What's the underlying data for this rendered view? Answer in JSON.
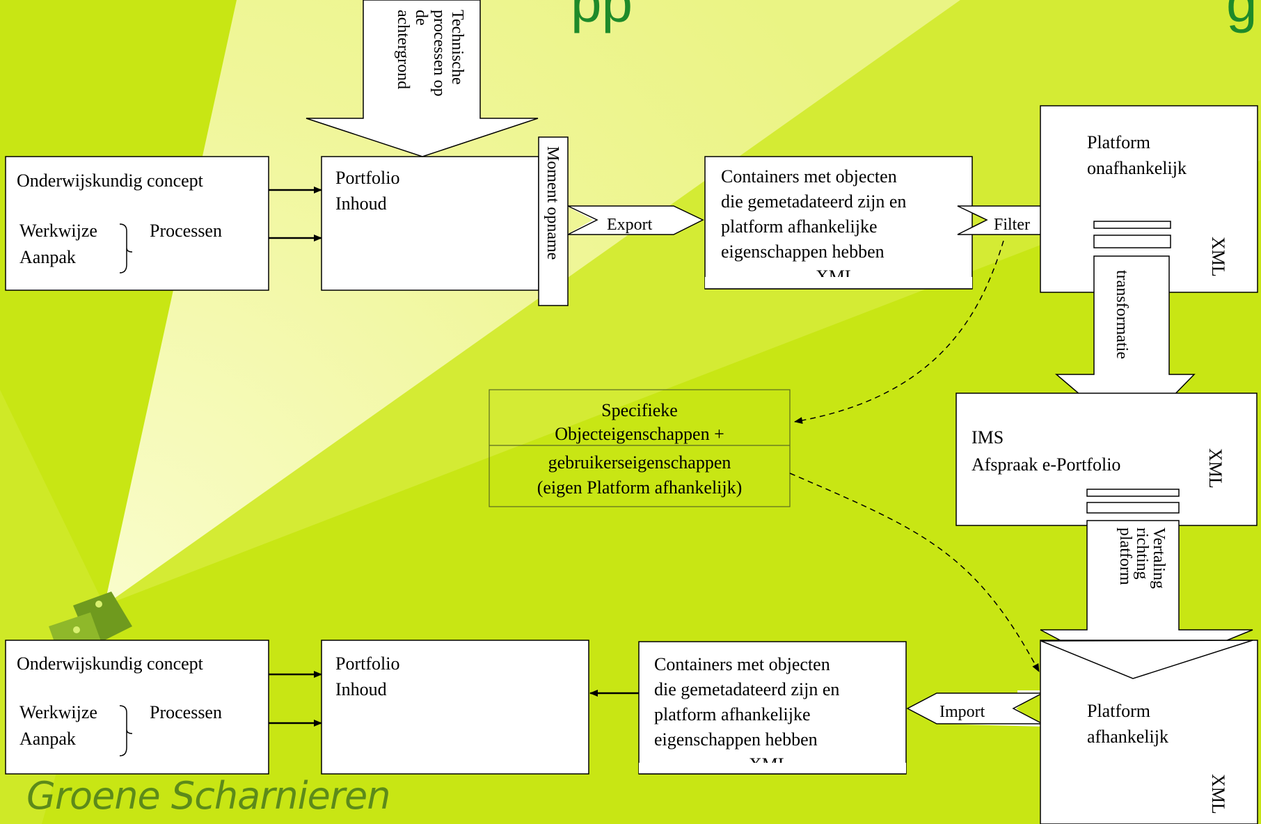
{
  "header": {
    "title_fragment_left": "pp",
    "title_fragment_right": "g"
  },
  "brand": {
    "name": "Groene Scharnieren"
  },
  "top_flow": {
    "concept_box": {
      "title": "Onderwijskundig concept",
      "werkwijze": "Werkwijze",
      "aanpak": "Aanpak",
      "processen": "Processen"
    },
    "portfolio_box": {
      "line1": "Portfolio",
      "line2": "Inhoud"
    },
    "technical_arrow": {
      "lines": [
        "Technische",
        "processen op",
        "de",
        "achtergrond"
      ]
    },
    "moment_label": "Moment opname",
    "export_label": "Export",
    "containers_box": {
      "lines": [
        "Containers met objecten",
        "die gemetadateerd zijn en",
        "platform afhankelijke",
        "eigenschappen hebben",
        "XML"
      ]
    },
    "filter_label": "Filter",
    "platform_box": {
      "line1": "Platform",
      "line2": "onafhankelijk",
      "xml": "XML"
    },
    "transform_label": "transformatie"
  },
  "middle": {
    "specific_box": {
      "lines": [
        "Specifieke",
        "Objecteigenschappen +",
        "gebruikerseigenschappen",
        "(eigen Platform afhankelijk)"
      ]
    },
    "ims_box": {
      "line1": "IMS",
      "line2": "Afspraak e-Portfolio",
      "xml": "XML"
    },
    "vertaling_lines": [
      "Vertaling",
      "richting",
      "platform"
    ]
  },
  "bottom_flow": {
    "concept_box": {
      "title": "Onderwijskundig concept",
      "werkwijze": "Werkwijze",
      "aanpak": "Aanpak",
      "processen": "Processen"
    },
    "portfolio_box": {
      "line1": "Portfolio",
      "line2": "Inhoud"
    },
    "containers_box": {
      "lines": [
        "Containers met objecten",
        "die gemetadateerd zijn en",
        "platform afhankelijke",
        "eigenschappen hebben",
        "XML"
      ]
    },
    "import_label": "Import",
    "platform_box": {
      "line1": "Platform",
      "line2": "afhankelijk",
      "xml": "XML"
    }
  },
  "colors": {
    "background": "#c8e614",
    "spotlight": "#f4f8a0",
    "brand_green": "#5c8a1a",
    "title_green": "#1e8a2a"
  }
}
